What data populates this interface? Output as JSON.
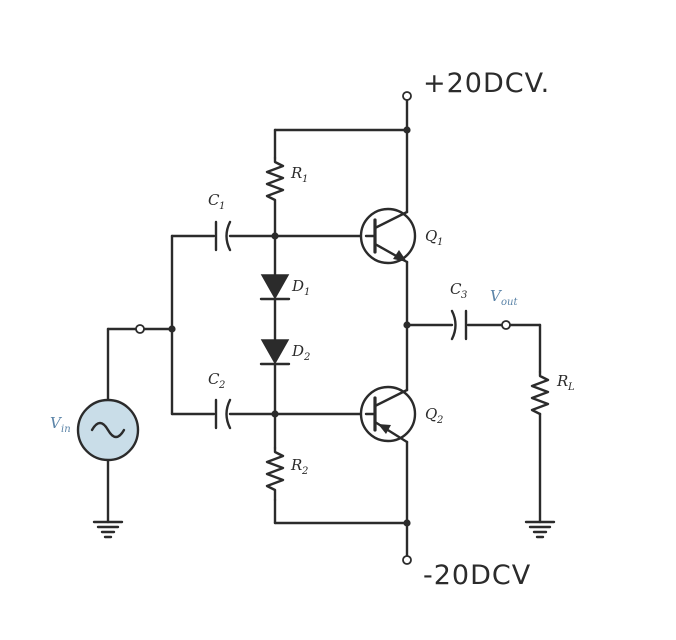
{
  "supply": {
    "positive": "+20DCV.",
    "negative": "-20DCV"
  },
  "labels": {
    "r1": "R",
    "r1_sub": "1",
    "r2": "R",
    "r2_sub": "2",
    "c1": "C",
    "c1_sub": "1",
    "c2": "C",
    "c2_sub": "2",
    "c3": "C",
    "c3_sub": "3",
    "d1": "D",
    "d1_sub": "1",
    "d2": "D",
    "d2_sub": "2",
    "q1": "Q",
    "q1_sub": "1",
    "q2": "Q",
    "q2_sub": "2",
    "rl": "R",
    "rl_sub": "L",
    "vin": "V",
    "vin_sub": "in",
    "vout": "V",
    "vout_sub": "out"
  },
  "colors": {
    "wire": "#2b2b2b",
    "source_fill": "#c9dde8",
    "accent_label": "#5b84a8"
  }
}
